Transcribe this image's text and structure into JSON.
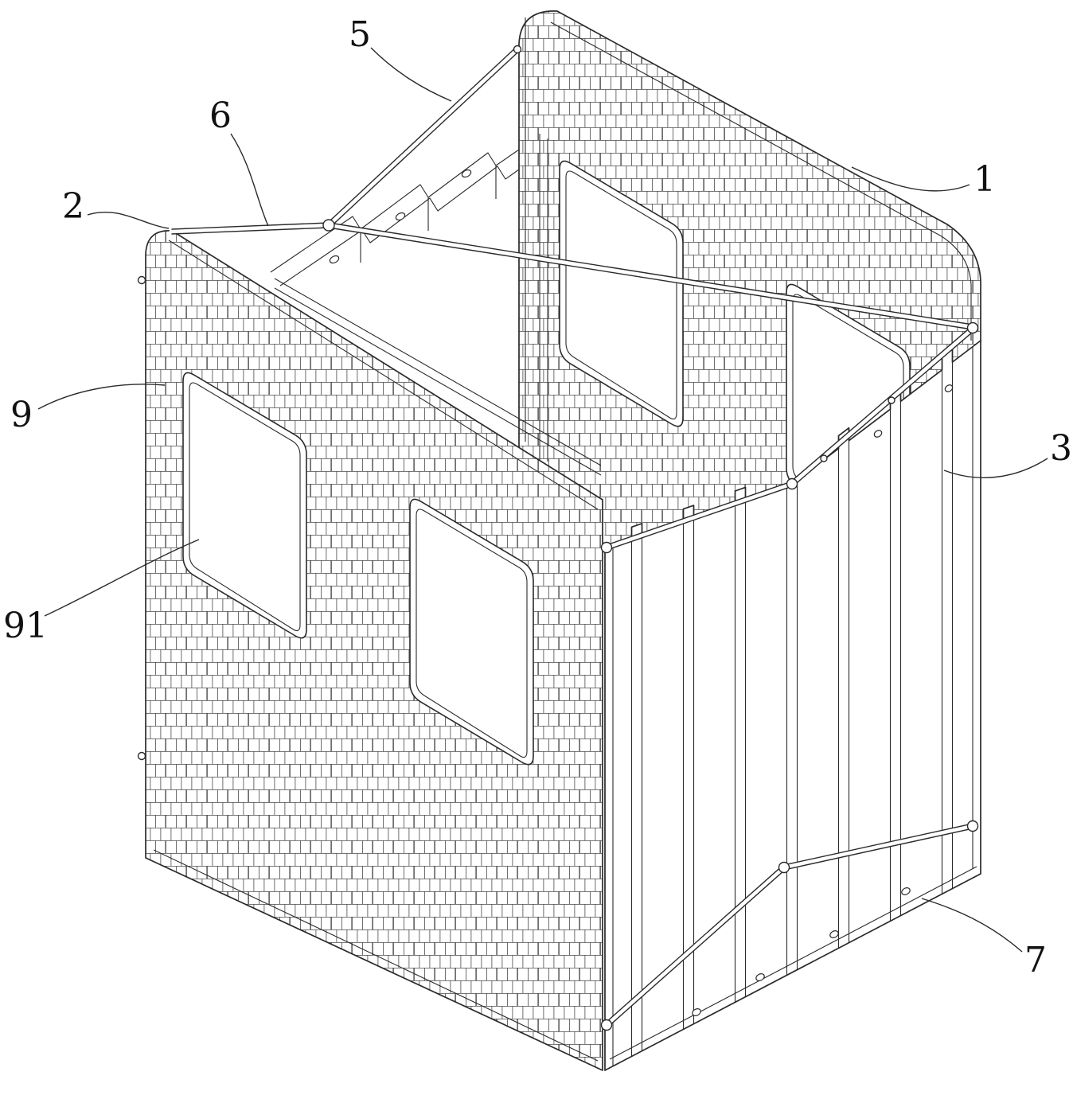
{
  "figure": {
    "background": "#ffffff",
    "line_color": "#2a2a2a",
    "type": "patent-line-drawing"
  },
  "labels": [
    {
      "text": "5"
    },
    {
      "text": "6"
    },
    {
      "text": "2"
    },
    {
      "text": "1"
    },
    {
      "text": "9"
    },
    {
      "text": "91"
    },
    {
      "text": "3"
    },
    {
      "text": "7"
    }
  ]
}
